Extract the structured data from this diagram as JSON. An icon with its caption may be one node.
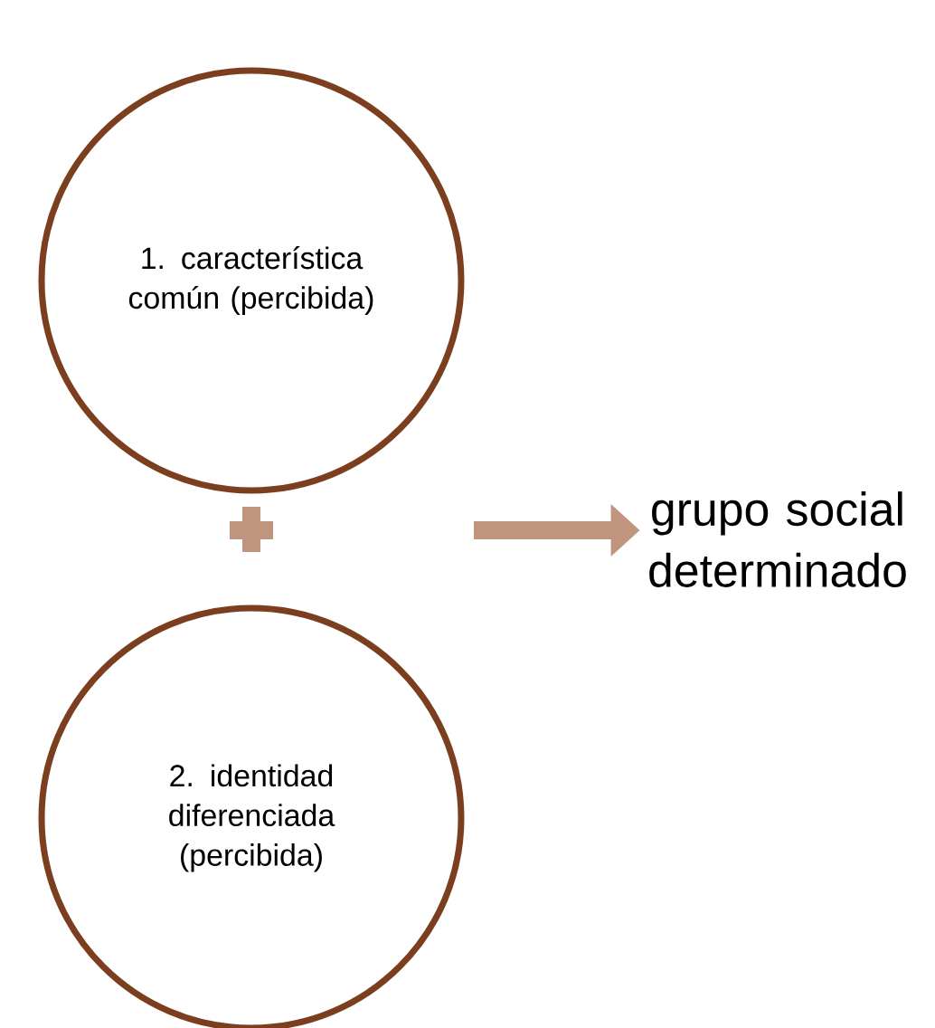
{
  "diagram": {
    "nodes": [
      {
        "text": [
          "1. característica común (percibida)"
        ]
      },
      {
        "text": [
          "2. identidad diferenciada (percibida)"
        ]
      },
      {
        "text": [
          "grupo social determinado"
        ]
      }
    ],
    "edges": [
      {
        "from": null,
        "to": 2,
        "arrow": "to",
        "color": "#c0957e"
      }
    ]
  }
}
